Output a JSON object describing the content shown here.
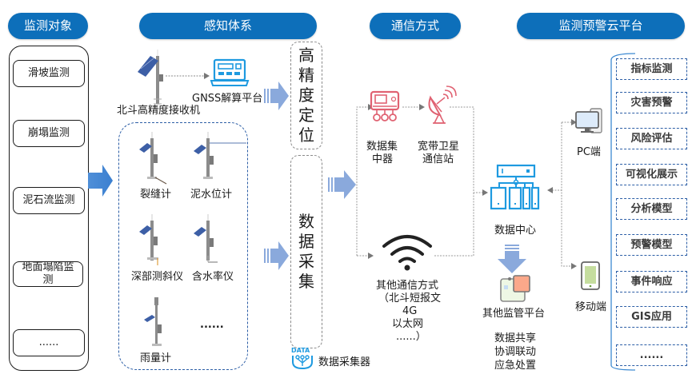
{
  "headers": {
    "monitoring_objects": "监测对象",
    "sensing_system": "感知体系",
    "communication": "通信方式",
    "cloud_platform": "监测预警云平台"
  },
  "monitoring_objects": [
    "滑坡监测",
    "崩塌监测",
    "泥石流监测",
    "地面塌陷监测",
    "......"
  ],
  "sensing": {
    "beidou_receiver": "北斗高精度接收机",
    "gnss_platform": "GNSS解算平台",
    "high_precision_box": [
      "高",
      "精",
      "度",
      "定",
      "位"
    ],
    "data_collection_box": [
      "数",
      "据",
      "采",
      "集"
    ],
    "sensors": [
      "裂缝计",
      "泥水位计",
      "深部测斜仪",
      "含水率仪",
      "雨量计",
      "......"
    ],
    "data_logger_badge": "DATA",
    "data_logger": "数据采集器"
  },
  "communication": {
    "concentrator": [
      "数据集",
      "中器"
    ],
    "satellite_station": [
      "宽带卫星",
      "通信站"
    ],
    "other_methods": [
      "其他通信方式",
      "（北斗短报文",
      "4G",
      "以太网",
      "......）"
    ]
  },
  "center": {
    "data_center": "数据中心",
    "other_platform": "其他监管平台",
    "other_platform_functions": [
      "数据共享",
      "协调联动",
      "应急处置"
    ],
    "pc": "PC端",
    "mobile": "移动端"
  },
  "platform_items": [
    "指标监测",
    "灾害预警",
    "风险评估",
    "可视化展示",
    "分析模型",
    "预警模型",
    "事件响应",
    "GIS应用",
    "......"
  ],
  "colors": {
    "header_blue": "#0d6fba",
    "arrow_blue": "#8aa9dc",
    "icon_blue": "#1e9ae0",
    "icon_red": "#e06272",
    "dashed_blue": "#2c5ea6"
  }
}
